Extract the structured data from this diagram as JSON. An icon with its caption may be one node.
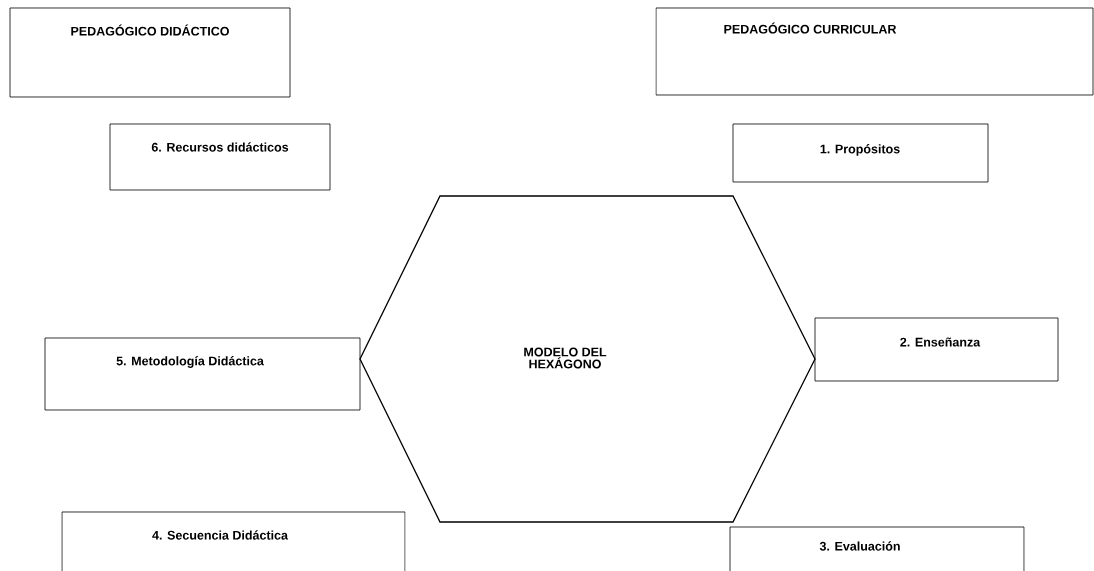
{
  "diagram": {
    "nodes": [
      {
        "text": [
          "PEDAGÓGICO DIDÁCTICO"
        ]
      },
      {
        "text": [
          "PEDAGÓGICO CURRICULAR"
        ]
      },
      {
        "text": [
          "6. Recursos didácticos"
        ]
      },
      {
        "text": [
          "1. Propósitos"
        ]
      },
      {
        "text": [
          "MODELO DEL HEXÁGONO"
        ]
      },
      {
        "text": [
          "5. Metodología Didáctica"
        ]
      },
      {
        "text": [
          "2. Enseñanza"
        ]
      },
      {
        "text": [
          "4. Secuencia Didáctica"
        ]
      },
      {
        "text": [
          "3. Evaluación"
        ]
      }
    ]
  }
}
